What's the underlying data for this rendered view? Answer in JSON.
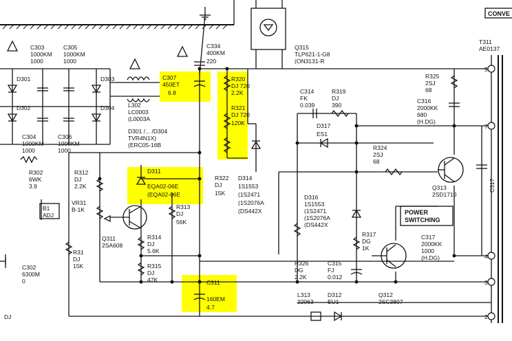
{
  "top_right_label": "CONVE",
  "labels": {
    "c303": [
      "C303",
      "1000KM",
      "1000"
    ],
    "c305": [
      "C305",
      "1000KM",
      "1000"
    ],
    "d301": "D301",
    "d302": "D302",
    "d303": "D303",
    "d304": "D304",
    "c304": [
      "C304",
      "1000KM",
      "1000"
    ],
    "c306": [
      "C306",
      "1000KM",
      "1000"
    ],
    "l302": [
      "L302",
      "LC0003",
      "(L0003A"
    ],
    "d301_304": [
      "D301 /...  /D304",
      "TVR4N1X)",
      "(ERC05-16B"
    ],
    "r302": [
      "R302",
      "6WK",
      "3.9"
    ],
    "c334": [
      "C334",
      "400KM",
      "220"
    ],
    "c307": [
      "C307",
      "450ET",
      "6.8"
    ],
    "r320": [
      "R320",
      "DJ 720",
      "2.2K"
    ],
    "r321": [
      "R321",
      "DJ 720",
      "120K"
    ],
    "q315": [
      "Q315",
      "TLP621-1-G8",
      "(ON3131-R"
    ],
    "t311": "T311",
    "t311b": "AE0137",
    "c314": [
      "C314",
      "FK",
      "0.039"
    ],
    "r319": [
      "R319",
      "DJ",
      "390"
    ],
    "d317": [
      "D317",
      "ES1"
    ],
    "r325": [
      "R325",
      "2SJ",
      "68"
    ],
    "c316": [
      "C316",
      "2000KK",
      "680",
      "(H.DG)"
    ],
    "r324": [
      "R324",
      "2SJ",
      "68"
    ],
    "q313": [
      "Q313",
      "2SD1710"
    ],
    "c317_v": "C317",
    "power_switching": [
      "POWER",
      "SWITCHING"
    ],
    "r312": [
      "R312",
      "DJ",
      "2.2K"
    ],
    "vr31": [
      "VR31",
      "B-1K"
    ],
    "d311": [
      "D311",
      "EQA02-06E",
      "(EQA02-06E"
    ],
    "r313": [
      "R313",
      "DJ",
      "56K"
    ],
    "q311": [
      "Q311",
      "2SA608"
    ],
    "r314": [
      "R314",
      "DJ",
      "5.6K"
    ],
    "r315": [
      "R315",
      "DJ",
      "47K"
    ],
    "r31x": [
      "R31",
      "DJ",
      "15K"
    ],
    "r322": [
      "R322",
      "DJ",
      "15K"
    ],
    "d314": [
      "D314",
      "1S1553",
      "(1S2471",
      "(1S2076A",
      "(DS442X"
    ],
    "d316": [
      "D316",
      "1S1553",
      "(1S2471",
      "(1S2076A",
      "(DS442X"
    ],
    "r317": [
      "R317",
      "DG",
      "1K"
    ],
    "c317": [
      "C317",
      "2000KK",
      "1000",
      "(H.DG)"
    ],
    "r326": [
      "R326",
      "DG",
      "2.2K"
    ],
    "c315": [
      "C315",
      "FJ",
      "0.012"
    ],
    "c311": [
      "C311",
      "160EM",
      "4.7"
    ],
    "l313": [
      "L313",
      "22063"
    ],
    "d312": [
      "D312",
      "EU1"
    ],
    "q312": [
      "Q312",
      "2SC3807"
    ],
    "c302": [
      "C302",
      "6300M",
      "0"
    ],
    "b1": [
      "B1",
      "ADJ"
    ],
    "small_dj": "DJ",
    "pins": [
      "5",
      "7",
      "4",
      "3",
      "2"
    ]
  },
  "colors": {
    "highlight": "#ffff00",
    "ink": "#111111",
    "paper": "#ffffff"
  }
}
